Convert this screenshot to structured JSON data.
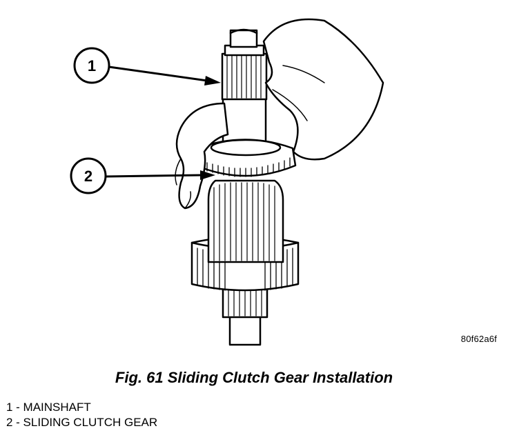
{
  "figure": {
    "image_code": "80f62a6f",
    "caption": "Fig. 61 Sliding Clutch Gear Installation",
    "callouts": [
      {
        "number": "1"
      },
      {
        "number": "2"
      }
    ],
    "legend": [
      "1 - MAINSHAFT",
      "2 - SLIDING CLUTCH GEAR"
    ]
  }
}
